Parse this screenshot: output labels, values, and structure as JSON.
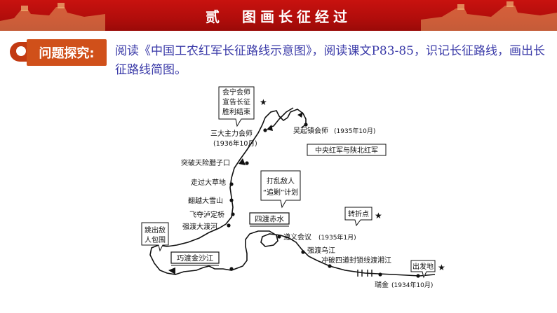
{
  "header": {
    "title": "贰　图画长征经过"
  },
  "section_label": "问题探究:",
  "task_text": "阅读《中国工农红军长征路线示意图》，阅读课文P83-85，识记长征路线，画出长征路线简图。",
  "colors": {
    "banner_red": "#c8120f",
    "label_orange": "#d0501a",
    "task_blue": "#3a3aa8",
    "route": "#111111"
  },
  "map": {
    "callouts": {
      "huining": [
        "会宁会师",
        "宣告长征",
        "胜利结束"
      ],
      "chuanfa": "中央红军与陕北红军",
      "daluan": [
        "打乱敌人",
        "“追剿”计划"
      ],
      "zhuanzhe": "转折点",
      "tiaochu": [
        "跳出敌",
        "人包围"
      ],
      "chufa": "出发地"
    },
    "boxed_labels": {
      "jinshajiang": "巧渡金沙江",
      "chishui": "四渡赤水"
    },
    "places": {
      "sanda": "三大主力会师",
      "sanda_date": "(1936年10月)",
      "wuqi": "吴起镇会师",
      "wuqi_date": "(1935年10月)",
      "lazikou": "突破天险腊子口",
      "caodi": "走过大草地",
      "xueshan": "翻越大雪山",
      "luding": "飞夺泸定桥",
      "dadu": "强渡大渡河",
      "zunyi": "遵义会议",
      "zunyi_date": "(1935年1月)",
      "wujiang": "强渡乌江",
      "xiangjiang": "冲破四道封锁线渡湘江",
      "ruijin": "瑞金",
      "ruijin_date": "(1934年10月)"
    },
    "star": "★"
  }
}
